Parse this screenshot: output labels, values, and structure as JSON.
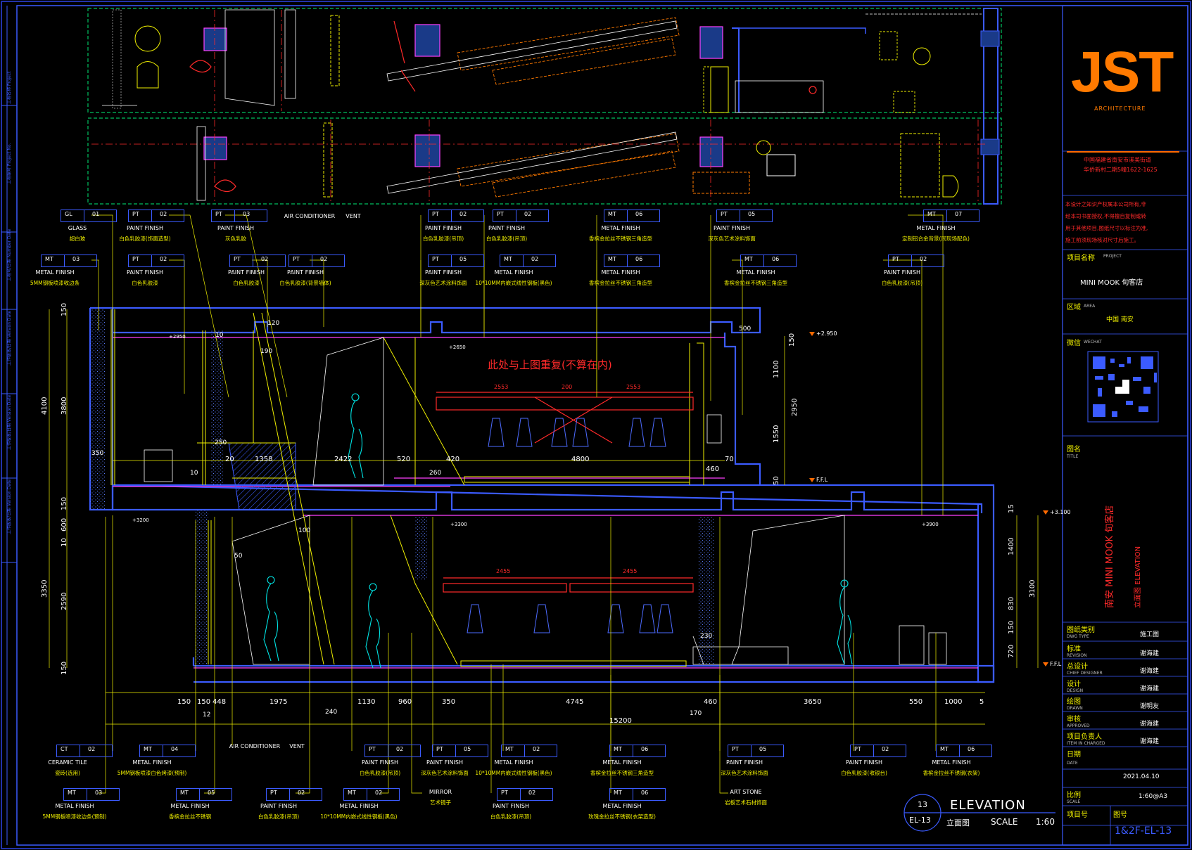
{
  "title_block": {
    "logo_text": "JST",
    "logo_sub": "ARCHITECTURE",
    "company_line1": "中国福建省南安市溪美街道",
    "company_line2": "华侨新村二期5幢1622-1625",
    "notice_lines": [
      "本设计之知识产权属本公司所有,非",
      "经本司书面授权,不得擅自复制或转",
      "用于其他项目,图纸尺寸以标注为准,",
      "施工前须现场核对尺寸后施工。"
    ],
    "project_label": "项目名称",
    "project_label_en": "PROJECT",
    "project_value": "MINI MOOK 旬客店",
    "area_label": "区域",
    "area_label_en": "AREA",
    "area_value": "中国 南安",
    "wechat_label": "微信",
    "wechat_label_en": "WECHAT",
    "drawing_label": "图名",
    "drawing_label_en": "TITLE",
    "drawing_title": "南安 MINI MOOK 旬客店",
    "drawing_title_sub": "立面图 ELEVATION",
    "rows": [
      {
        "label": "图纸类别",
        "en": "DWG TYPE",
        "value": "施工图"
      },
      {
        "label": "标准",
        "en": "REVISION",
        "value": "谢海建"
      },
      {
        "label": "总设计",
        "en": "CHIEF DESIGNER",
        "value": "谢海建"
      },
      {
        "label": "设计",
        "en": "DESIGN",
        "value": "谢海建"
      },
      {
        "label": "绘图",
        "en": "DRAWN",
        "value": "谢明友"
      },
      {
        "label": "审核",
        "en": "APPROVED",
        "value": "谢海建"
      },
      {
        "label": "项目负责人",
        "en": "ITEM IN CHARGED",
        "value": "谢海建"
      },
      {
        "label": "日期",
        "en": "DATE",
        "value": "2021.04.10"
      },
      {
        "label": "比例",
        "en": "SCALE",
        "value": "1:60@A3"
      }
    ],
    "project_no_label": "项目号",
    "sheet_label": "图号",
    "sheet_value": "1&2F-EL-13"
  },
  "left_strip": [
    "工程名称 Project",
    "工程编号 Project No.",
    "工程号/日期 Number Date",
    "工作版本/日期 Version Date",
    "工作版本/日期 Version Date",
    "工作版本/日期 Version Date",
    "工作版本/日期 Version Date"
  ],
  "elevation": {
    "number": "13",
    "sheet_ref": "EL-13",
    "title": "ELEVATION",
    "title_cn": "立面图",
    "scale_label": "SCALE",
    "scale_value": "1:60",
    "note_red": "此处与上图重复(不算在内)"
  },
  "top_callouts": [
    {
      "code": "GL",
      "num": "01",
      "en": "GLASS",
      "cn": "超白玻"
    },
    {
      "code": "PT",
      "num": "02",
      "en": "PAINT FINISH",
      "cn": "白色乳胶漆(饰面造型)"
    },
    {
      "code": "PT",
      "num": "03",
      "en": "PAINT FINISH",
      "cn": "灰色乳胶"
    },
    {
      "code": "",
      "num": "",
      "en": "AIR CONDITIONER",
      "cn": "VENT"
    },
    {
      "code": "PT",
      "num": "02",
      "en": "PAINT FINISH",
      "cn": "白色乳胶漆(吊顶)"
    },
    {
      "code": "PT",
      "num": "02",
      "en": "PAINT FINISH",
      "cn": "白色乳胶漆(吊顶)"
    },
    {
      "code": "MT",
      "num": "06",
      "en": "METAL FINISH",
      "cn": "香槟金拉丝不锈钢三角造型"
    },
    {
      "code": "PT",
      "num": "05",
      "en": "PAINT FINISH",
      "cn": "深灰色艺术涂料饰面"
    },
    {
      "code": "MT",
      "num": "07",
      "en": "METAL FINISH",
      "cn": "定制铝合金背景(同现场配色)"
    }
  ],
  "mid_callouts": [
    {
      "code": "MT",
      "num": "03",
      "en": "METAL FINISH",
      "cn": "5MM钢板喷漆收边条"
    },
    {
      "code": "PT",
      "num": "02",
      "en": "PAINT FINISH",
      "cn": "白色乳胶漆"
    },
    {
      "code": "PT",
      "num": "02",
      "en": "PAINT FINISH",
      "cn": "白色乳胶漆"
    },
    {
      "code": "PT",
      "num": "02",
      "en": "PAINT FINISH",
      "cn": "白色乳胶漆(背景墙体)"
    },
    {
      "code": "PT",
      "num": "05",
      "en": "PAINT FINISH",
      "cn": "深灰色艺术涂料饰面"
    },
    {
      "code": "MT",
      "num": "02",
      "en": "METAL FINISH",
      "cn": "10*10MM内嵌式线性钢板(黑色)"
    },
    {
      "code": "MT",
      "num": "06",
      "en": "METAL FINISH",
      "cn": "香槟金拉丝不锈钢三角造型"
    },
    {
      "code": "MT",
      "num": "06",
      "en": "METAL FINISH",
      "cn": "香槟金拉丝不锈钢三角造型"
    },
    {
      "code": "PT",
      "num": "02",
      "en": "PAINT FINISH",
      "cn": "白色乳胶漆(吊顶)"
    }
  ],
  "bottom_callouts": [
    {
      "code": "CT",
      "num": "02",
      "en": "CERAMIC TILE",
      "cn": "瓷砖(选用)"
    },
    {
      "code": "MT",
      "num": "04",
      "en": "METAL FINISH",
      "cn": "5MM钢板喷漆白色烤漆(预制)"
    },
    {
      "code": "",
      "num": "",
      "en": "AIR CONDITIONER",
      "cn": "VENT"
    },
    {
      "code": "PT",
      "num": "02",
      "en": "PAINT FINISH",
      "cn": "白色乳胶漆(吊顶)"
    },
    {
      "code": "PT",
      "num": "05",
      "en": "PAINT FINISH",
      "cn": "深灰色艺术涂料饰面"
    },
    {
      "code": "MT",
      "num": "02",
      "en": "METAL FINISH",
      "cn": "10*10MM内嵌式线性钢板(黑色)"
    },
    {
      "code": "MT",
      "num": "06",
      "en": "METAL FINISH",
      "cn": "香槟金拉丝不锈钢三角造型"
    },
    {
      "code": "PT",
      "num": "05",
      "en": "PAINT FINISH",
      "cn": "深灰色艺术涂料饰面"
    },
    {
      "code": "PT",
      "num": "02",
      "en": "PAINT FINISH",
      "cn": "白色乳胶漆(收银台)"
    },
    {
      "code": "MT",
      "num": "06",
      "en": "METAL FINISH",
      "cn": "香槟金拉丝不锈钢(衣架)"
    }
  ],
  "bottom2_callouts": [
    {
      "code": "MT",
      "num": "03",
      "en": "METAL FINISH",
      "cn": "5MM钢板喷漆收边条(预制)"
    },
    {
      "code": "MT",
      "num": "05",
      "en": "METAL FINISH",
      "cn": "香槟金拉丝不锈钢"
    },
    {
      "code": "PT",
      "num": "02",
      "en": "PAINT FINISH",
      "cn": "白色乳胶漆(吊顶)"
    },
    {
      "code": "MT",
      "num": "02",
      "en": "METAL FINISH",
      "cn": "10*10MM内嵌式线性钢板(黑色)"
    },
    {
      "code": "",
      "num": "",
      "en": "MIRROR",
      "cn": "艺术镜子"
    },
    {
      "code": "PT",
      "num": "02",
      "en": "PAINT FINISH",
      "cn": "白色乳胶漆(吊顶)"
    },
    {
      "code": "MT",
      "num": "06",
      "en": "METAL FINISH",
      "cn": "玫瑰金拉丝不锈钢(衣架造型)"
    },
    {
      "code": "",
      "num": "",
      "en": "ART STONE",
      "cn": "岩板艺术石材饰面"
    }
  ],
  "dims_bottom": [
    "150",
    "150",
    "448",
    "1975",
    "1130",
    "960",
    "350",
    "4745",
    "460",
    "3650",
    "550",
    "1000",
    "5"
  ],
  "dims_bottom_total": "15200",
  "dims_bottom_small": [
    "12",
    "240",
    "170"
  ],
  "dims_upper": [
    "20",
    "1358",
    "2422",
    "520",
    "420",
    "4800",
    "460",
    "70"
  ],
  "dims_left": [
    "150",
    "3800",
    "4100",
    "150",
    "600",
    "10",
    "3350",
    "2590",
    "150"
  ],
  "dims_right_upper": [
    "150",
    "1100",
    "2950",
    "1550",
    "50"
  ],
  "dims_right_lower": [
    "15",
    "1400",
    "3100",
    "830",
    "150",
    "720"
  ],
  "levels": [
    "+2.950",
    "F.F.L",
    "+3.100",
    "F.F.L",
    "+2650",
    "+3200",
    "+3300",
    "+3900",
    "+2950"
  ],
  "misc_dims": [
    "350",
    "250",
    "10",
    "120",
    "190",
    "500",
    "260",
    "2553",
    "200",
    "2553",
    "2455",
    "2455",
    "230",
    "50",
    "100",
    "10"
  ]
}
